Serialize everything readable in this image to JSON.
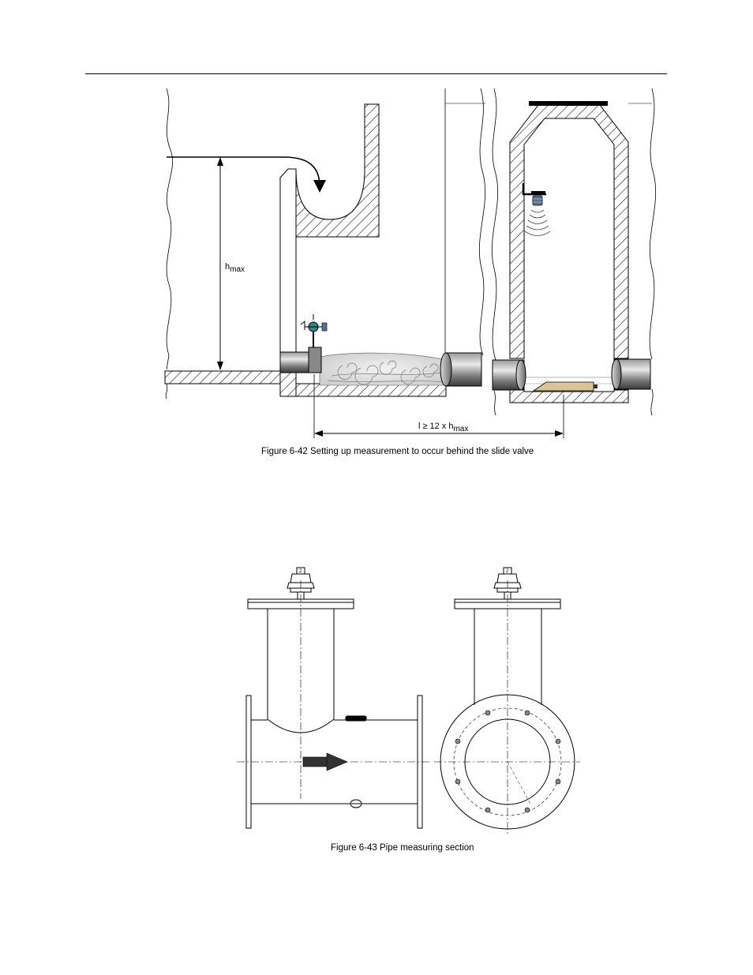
{
  "figure_42": {
    "caption": "Figure 6-42  Setting up measurement to occur behind the slide valve",
    "label_h": "h",
    "label_h_sub": "max",
    "label_l_prefix": "l",
    "label_geq": "≥",
    "label_l_mid": "12 x h",
    "label_l_sub": "max"
  },
  "figure_43": {
    "caption": "Figure 6-43  Pipe measuring section",
    "sensor_mark": "2"
  },
  "icons": {
    "flow_arrow": "flow-arrow-icon",
    "ultrasonic_sensor": "ultrasonic-sensor-icon",
    "wedge_sensor": "wedge-sensor-icon",
    "clamp_sensor": "clamp-sensor-icon"
  },
  "colors": {
    "ink": "#000000",
    "pipe_shade": "#6a6a6a",
    "wedge_sensor": "#d9c49a",
    "sensor_teal": "#2e8a8a",
    "sensor_blue": "#5a6e9a"
  }
}
